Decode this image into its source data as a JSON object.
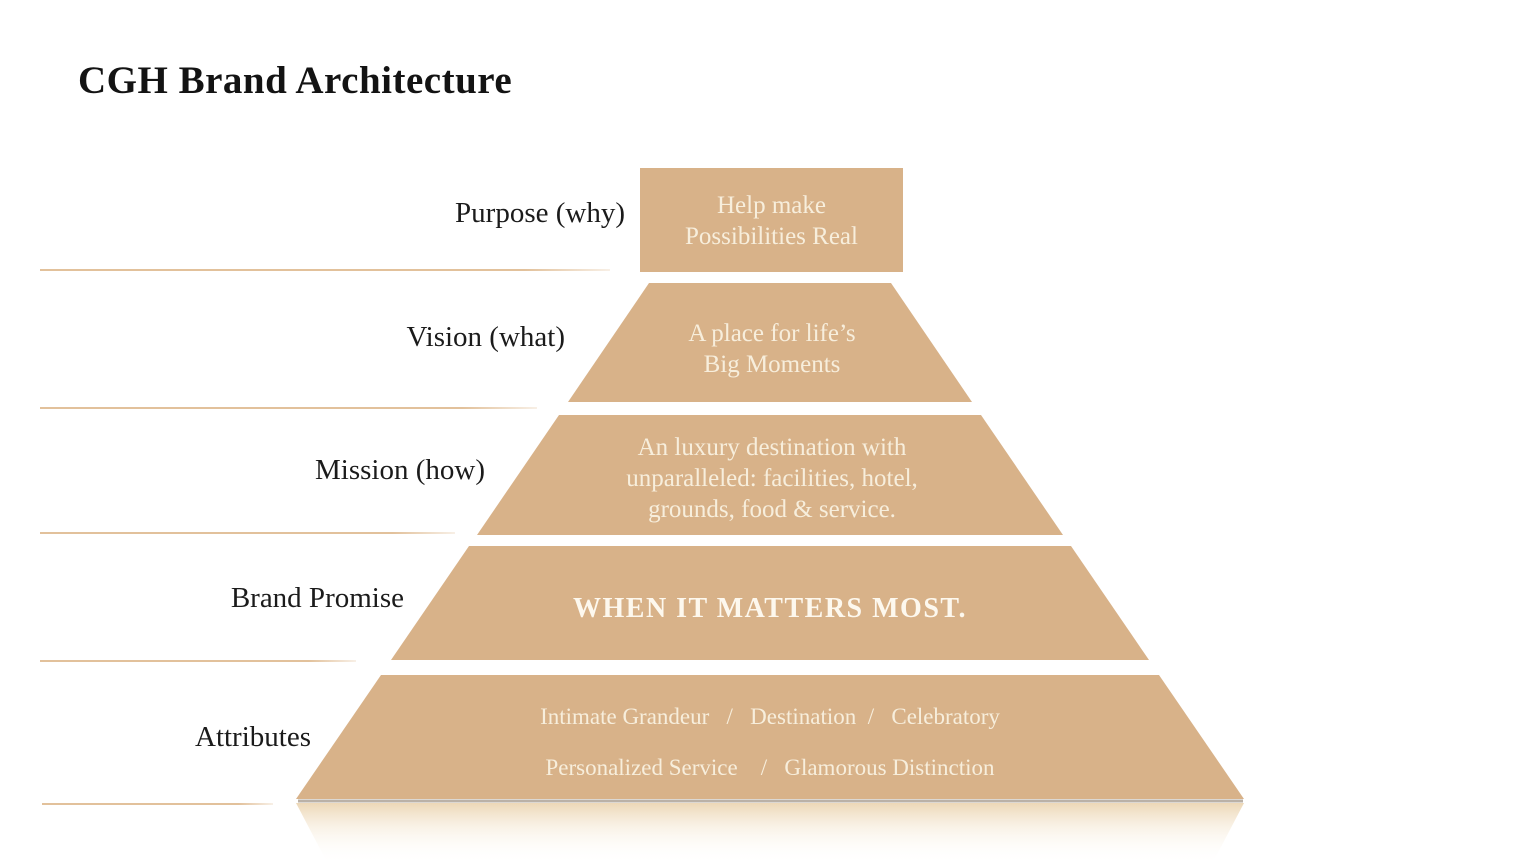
{
  "title": "CGH Brand Architecture",
  "colors": {
    "pyramid": "#d8b289",
    "rule": "#e2c19b",
    "tier_text": "#f7eedc",
    "label_text": "#1b1b1b",
    "base_shadow": "#9e9182"
  },
  "pyramid": {
    "tiers": [
      {
        "id": "purpose",
        "label": "Purpose (why)",
        "lines": [
          "Help make",
          "Possibilities Real"
        ]
      },
      {
        "id": "vision",
        "label": "Vision (what)",
        "lines": [
          "A place for life’s",
          "Big Moments"
        ]
      },
      {
        "id": "mission",
        "label": "Mission (how)",
        "lines": [
          "An luxury destination with",
          "unparalleled: facilities, hotel,",
          "grounds, food & service."
        ]
      },
      {
        "id": "brand-promise",
        "label": "Brand Promise",
        "lines": [
          "WHEN IT MATTERS MOST."
        ]
      },
      {
        "id": "attributes",
        "label": "Attributes",
        "lines": [
          "Intimate Grandeur   /   Destination  /   Celebratory",
          "Personalized Service    /   Glamorous Distinction"
        ]
      }
    ]
  }
}
